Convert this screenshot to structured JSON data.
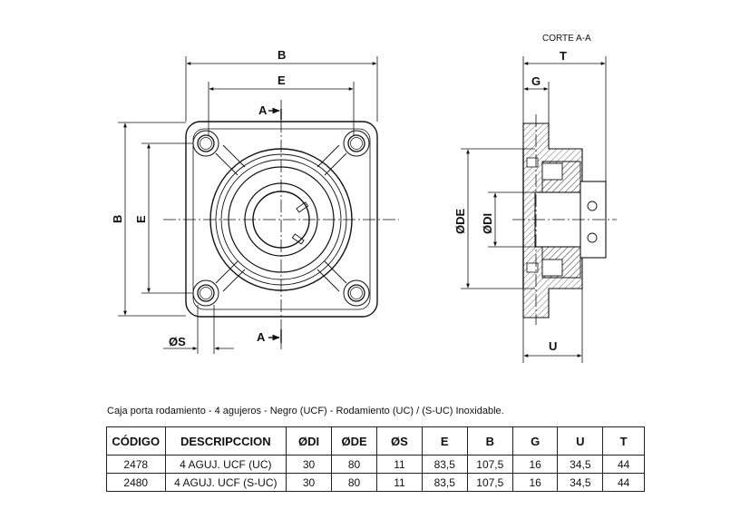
{
  "section_label": "CORTE A-A",
  "dimensions": {
    "front": {
      "b_top": "B",
      "e_top": "E",
      "b_side": "B",
      "e_side": "E",
      "s_bottom": "ØS",
      "a_top": "A",
      "a_bottom": "A"
    },
    "section": {
      "t": "T",
      "g": "G",
      "de": "ØDE",
      "di": "ØDI",
      "u": "U"
    }
  },
  "caption": "Caja porta rodamiento - 4 agujeros - Negro (UCF) - Rodamiento (UC) / (S-UC) Inoxidable.",
  "table": {
    "headers": [
      "CÓDIGO",
      "DESCRIPCCION",
      "ØDI",
      "ØDE",
      "ØS",
      "E",
      "B",
      "G",
      "U",
      "T"
    ],
    "rows": [
      [
        "2478",
        "4 AGUJ. UCF (UC)",
        "30",
        "80",
        "11",
        "83,5",
        "107,5",
        "16",
        "34,5",
        "44"
      ],
      [
        "2480",
        "4 AGUJ. UCF (S-UC)",
        "30",
        "80",
        "11",
        "83,5",
        "107,5",
        "16",
        "34,5",
        "44"
      ]
    ]
  }
}
